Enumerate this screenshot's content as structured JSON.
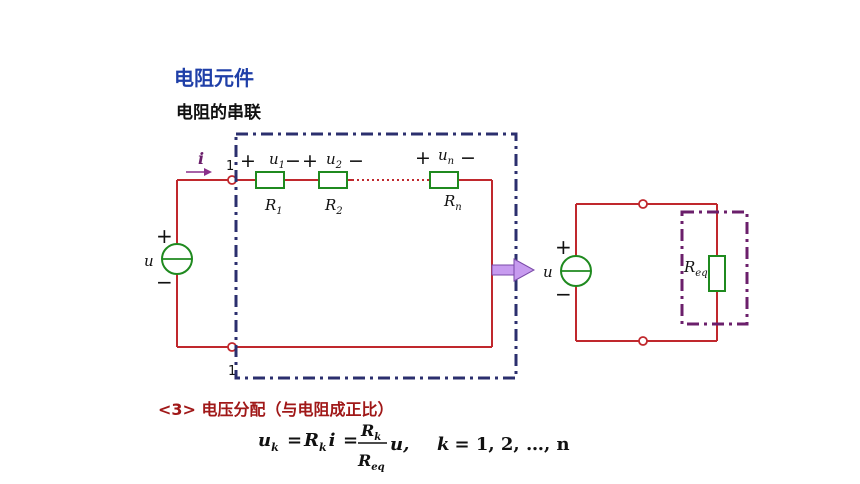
{
  "slide": {
    "title": "电阻元件",
    "subtitle": "电阻的串联",
    "section": "<3> 电压分配（与电阻成正比）"
  },
  "circuit_left": {
    "current_label": "i",
    "terminal_top": "1",
    "terminal_bottom": "1",
    "source_label": "u",
    "source_plus": "+",
    "source_minus": "−",
    "resistors": [
      {
        "name": "R",
        "sub": "1",
        "voltage": "u",
        "voltage_sub": "1"
      },
      {
        "name": "R",
        "sub": "2",
        "voltage": "u",
        "voltage_sub": "2"
      },
      {
        "name": "R",
        "sub": "n",
        "voltage": "u",
        "voltage_sub": "n"
      }
    ],
    "plus_sign": "+",
    "minus_sign": "−"
  },
  "circuit_right": {
    "source_label": "u",
    "source_plus": "+",
    "source_minus": "−",
    "resistor": {
      "name": "R",
      "sub": "eq"
    }
  },
  "formula": {
    "lhs": "u",
    "lhs_sub": "k",
    "eq": "=",
    "r": "R",
    "r_sub": "k",
    "i": "i",
    "num": "R",
    "num_sub": "k",
    "den": "R",
    "den_sub": "eq",
    "u_tail": "u,",
    "k_part": "k",
    "k_values": "= 1, 2, …, n"
  },
  "colors": {
    "wire": "#c0282d",
    "resistor": "#1f8a1f",
    "dashed_box": "#2b2f6e",
    "dashed_box_right": "#6b1f6b",
    "arrow": "#b06ad8",
    "title": "#1f3fa8",
    "section": "#a01818"
  }
}
